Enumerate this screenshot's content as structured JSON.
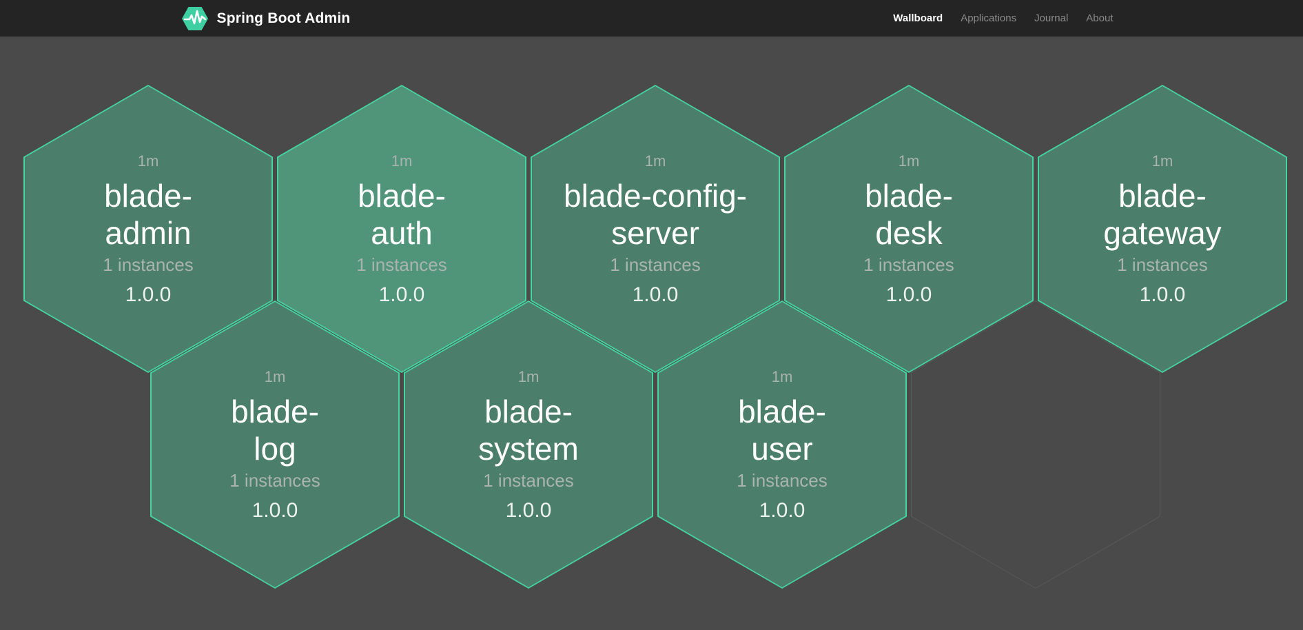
{
  "colors": {
    "page_bg": "#4a4a4a",
    "header_bg": "#242424",
    "brand_green": "#3ed0a0",
    "hex_border": "#46d3a2",
    "hex_fill": "#4b7e6b",
    "hex_fill_bright": "#50947a",
    "hex_empty_border": "#5a5a5a",
    "text_white": "#ffffff",
    "text_muted": "#a9b4ae",
    "text_version": "#eef2f0",
    "nav_inactive": "#8b8b8b"
  },
  "header": {
    "brand": {
      "title": "Spring Boot Admin",
      "logo_icon": "pulse-hexagon-icon"
    },
    "nav": [
      {
        "label": "Wallboard",
        "active": true
      },
      {
        "label": "Applications",
        "active": false
      },
      {
        "label": "Journal",
        "active": false
      },
      {
        "label": "About",
        "active": false
      }
    ]
  },
  "wallboard": {
    "apps": [
      {
        "uptime": "1m",
        "name": "blade-admin",
        "name_lines": [
          "blade-",
          "admin"
        ],
        "instances": "1 instances",
        "version": "1.0.0",
        "fill": "#4b7e6b"
      },
      {
        "uptime": "1m",
        "name": "blade-auth",
        "name_lines": [
          "blade-",
          "auth"
        ],
        "instances": "1 instances",
        "version": "1.0.0",
        "fill": "#50947a"
      },
      {
        "uptime": "1m",
        "name": "blade-config-server",
        "name_lines": [
          "blade-config-",
          "server"
        ],
        "instances": "1 instances",
        "version": "1.0.0",
        "fill": "#4b7e6b"
      },
      {
        "uptime": "1m",
        "name": "blade-desk",
        "name_lines": [
          "blade-",
          "desk"
        ],
        "instances": "1 instances",
        "version": "1.0.0",
        "fill": "#4b7e6b"
      },
      {
        "uptime": "1m",
        "name": "blade-gateway",
        "name_lines": [
          "blade-",
          "gateway"
        ],
        "instances": "1 instances",
        "version": "1.0.0",
        "fill": "#4b7e6b"
      },
      {
        "uptime": "1m",
        "name": "blade-log",
        "name_lines": [
          "blade-",
          "log"
        ],
        "instances": "1 instances",
        "version": "1.0.0",
        "fill": "#4b7e6b"
      },
      {
        "uptime": "1m",
        "name": "blade-system",
        "name_lines": [
          "blade-",
          "system"
        ],
        "instances": "1 instances",
        "version": "1.0.0",
        "fill": "#4b7e6b"
      },
      {
        "uptime": "1m",
        "name": "blade-user",
        "name_lines": [
          "blade-",
          "user"
        ],
        "instances": "1 instances",
        "version": "1.0.0",
        "fill": "#4b7e6b"
      }
    ],
    "empty_slot_count": 1
  }
}
